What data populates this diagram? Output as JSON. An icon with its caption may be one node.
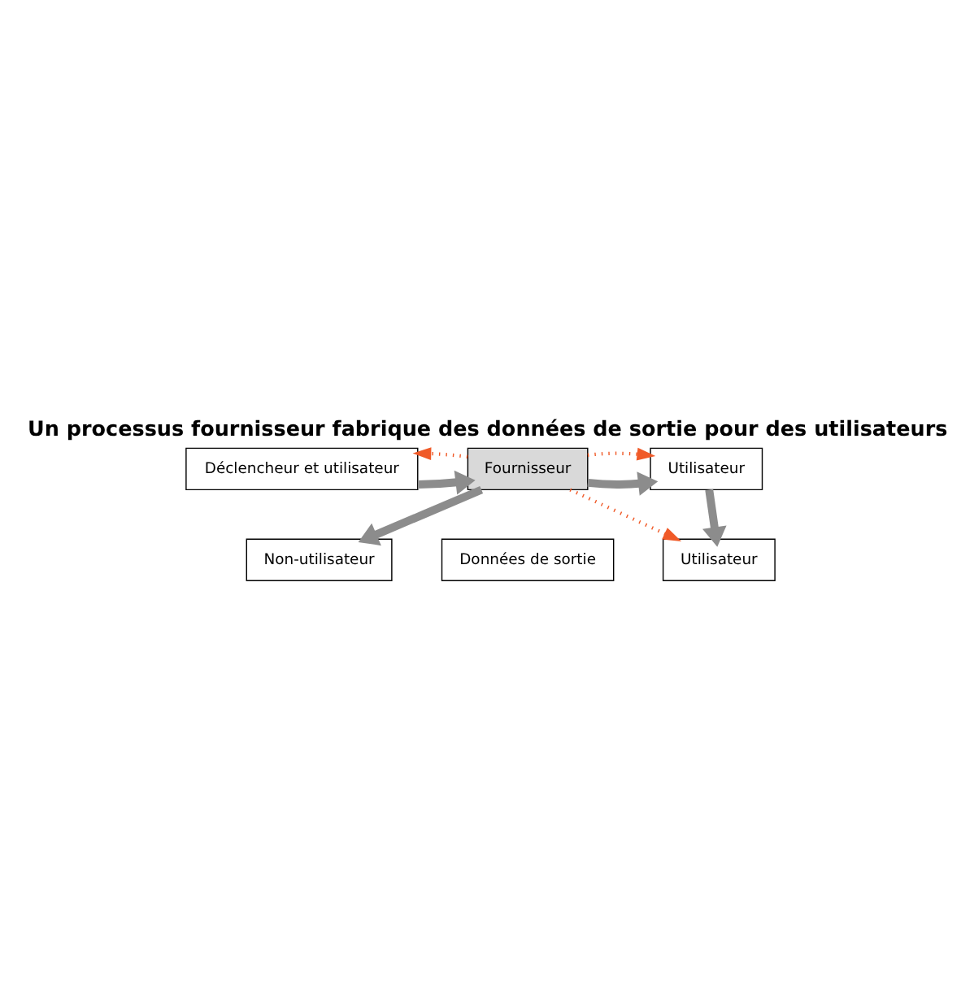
{
  "diagram": {
    "title": "Un processus fournisseur fabrique des données de sortie pour des utilisateurs",
    "nodes": [
      {
        "text": [
          "Déclencheur et utilisateur"
        ]
      },
      {
        "text": [
          "Fournisseur"
        ]
      },
      {
        "text": [
          "Utilisateur"
        ]
      },
      {
        "text": [
          "Utilisateur"
        ]
      },
      {
        "text": [
          "Non-utilisateur"
        ]
      },
      {
        "text": [
          "Données de sortie"
        ]
      }
    ],
    "edges": [
      {
        "from": 0,
        "to": 1,
        "arrow": "to"
      },
      {
        "from": 1,
        "to": 2,
        "arrow": "to"
      },
      {
        "from": 2,
        "to": 3,
        "arrow": "to"
      },
      {
        "from": 1,
        "to": 4,
        "arrow": "to"
      },
      {
        "from": 1,
        "to": 0,
        "arrow": "to",
        "style": "dashed",
        "color": "#f05a28"
      },
      {
        "from": 1,
        "to": 2,
        "arrow": "to",
        "style": "dashed",
        "color": "#f05a28"
      },
      {
        "from": 1,
        "to": 3,
        "arrow": "to",
        "style": "dashed",
        "color": "#f05a28"
      }
    ]
  }
}
